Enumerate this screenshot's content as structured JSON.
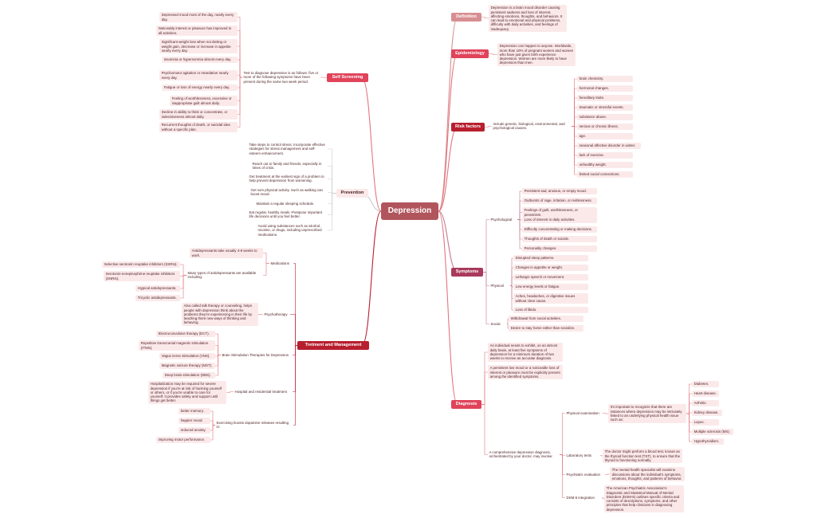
{
  "colors": {
    "center": "#b1555c",
    "accent_red": "#e0435a",
    "dark_red": "#b71f2f",
    "plum": "#a93a5b",
    "muted_pink": "#d88f92",
    "node_bg": "#fbe9ea",
    "text": "#4a1d22",
    "line_red": "#e3757d",
    "line_plum": "#c47b93",
    "line_grey": "#cccccc"
  },
  "center": "Depression",
  "nodes": {
    "definition": "Definition",
    "def_text": "Depression is a brain mood disorder causing persistent sadness and loss of interest, affecting emotions, thoughts, and behaviors. It can lead to emotional and physical problems, difficulty with daily activities, and feelings of inadequacy.",
    "epidemiology": "Epidemiology",
    "epi_text": "Depression can happen to anyone. Worldwide, more than 10% of pregnant women and women who have just given birth experience depression. Women are more likely to have depression than men.",
    "risk": "Risk factors",
    "risk_text": "Include genetic, biological, environmental, and psychological causes.",
    "r1": "brain chemistry.",
    "r2": "hormonal changes.",
    "r3": "hereditary traits.",
    "r4": "traumatic or stressful events.",
    "r5": "substance abuse.",
    "r6": "serious or chronic illness.",
    "r7": "age.",
    "r8": "seasonal affective disorder in winter.",
    "r9": "lack of exercise.",
    "r10": "unhealthy weight.",
    "r11": "limited social connections.",
    "symptoms": "Symptoms",
    "psych": "Psychological",
    "p1": "Persistent sad, anxious, or empty mood.",
    "p2": "Outbursts of rage, irritation, or restlessness.",
    "p3": "Feelings of guilt, worthlessness, or pessimism.",
    "p4": "Loss of interest in daily activities.",
    "p5": "Difficulty concentrating or making decisions.",
    "p6": "Thoughts of death or suicide.",
    "p7": "Personality changes.",
    "phys": "Physical",
    "ph1": "Disrupted sleep patterns.",
    "ph2": "Changes in appetite or weight.",
    "ph3": "Lethargic speech or movement.",
    "ph4": "Low energy levels or fatigue.",
    "ph5": "Aches, headaches, or digestive issues without clear cause.",
    "ph6": "Loss of libido.",
    "social": "Social",
    "s1": "Withdrawal from social activities.",
    "s2": "Desire to stay home rather than socialize.",
    "diagnosis": "Diagnosis",
    "dg1": "An individual needs to exhibit, on an almost daily basis, at least five symptoms of depression for a minimum duration of two weeks to receive an accurate diagnosis.",
    "dg2": "A persistent low mood or a noticeable loss of interest or pleasure must be explicitly present among the identified symptoms.",
    "dg3": "A comprehensive depression diagnosis, orchestrated by your doctor, may involve:",
    "pe": "Physical examination",
    "pe_text": "It's important to recognize that there are instances where depression may be intricately linked to an underlying physical health issue such as:",
    "pe1": "Diabetes.",
    "pe2": "Heart disease.",
    "pe3": "Arthritis.",
    "pe4": "Kidney disease.",
    "pe5": "Lupus.",
    "pe6": "Multiple sclerosis (MS).",
    "pe7": "Hypothyroidism.",
    "lab": "Laboratory tests",
    "lab_text": "The doctor might perform a blood test, known as the thyroid function test (TST), to ensure that the thyroid is functioning normally.",
    "pse": "Psychiatric evaluation",
    "pse_text": "The mental health specialist will examine discussions about the individual's symptoms, emotions, thoughts, and patterns of behavior.",
    "dsm": "DSM-5 integration",
    "dsm_text": "The American Psychiatric Association's Diagnostic and Statistical Manual of Mental Disorders (DSM-5) outlines specific criteria and consists of descriptions, symptoms, and other principles that help clinicians in diagnosing depression.",
    "self": "Self Screening",
    "self_text": "Test to diagnose depressive is as follows: five or more of the following symptoms have been present during the same two week period.",
    "ss1": "Depressed mood most of the day, nearly every day.",
    "ss2": "Noticeably interest or pleasure has improved in all activities.",
    "ss3": "Significant weight loss when not dieting or weight gain, decrease or increase in appetite nearly every day.",
    "ss4": "Insomnia or hypersomnia almost every day.",
    "ss5": "Psychomotor agitation or retardation nearly every day.",
    "ss6": "Fatigue or loss of energy nearly every day.",
    "ss7": "Feeling of worthlessness, excessive or inappropriate guilt almost daily.",
    "ss8": "Decline in ability to think or concentrate, or indecisiveness almost daily.",
    "ss9": "Recurrent thoughts of death, or suicidal idea without a specific plan.",
    "prevention": "Prevention",
    "pv1": "Take steps to control stress. Incorporate effective strategies for stress management and self-esteem enhancement.",
    "pv2": "Reach out to family and friends, especially in times of crisis.",
    "pv3": "Get treatment at the earliest sign of a problem to help prevent depression from worsening.",
    "pv4": "Get som physical activity. Such as walking can boost mood.",
    "pv5": "Maintain a regular sleeping schedule.",
    "pv6": "Eat regular, healthy meals -Postpone important life decisions until you feel better.",
    "pv7": "Avoid using substances such as alcohol, nicotine, or drugs, including unprescribed medications.",
    "treatment": "Tretment and Management",
    "med": "Medications",
    "md1": "Antidepressants take usually 4-8 weeks to work.",
    "md2": "Many types of antidepressants are available including:",
    "md2a": "Selective serotonin reuptake inhibitors (SSRIs).",
    "md2b": "Serotonin-norepinephrine reuptake inhibitors (SNRIs).",
    "md2c": "Atypical antidepressants.",
    "md2d": "Tricyclic antidepressants.",
    "psy": "Psychotherapy",
    "psy_text": "Also called talk therapy or counseling, helps people with depression think about the problems they're experiencing in their life by teaching them new ways of thinking and behaving.",
    "bst": "Brain Stimulation Therapies for Depression",
    "b1": "Electroconvulsive therapy (ECT).",
    "b2": "Repetitive transcranial magnetic stimulation (rTMS).",
    "b3": "Vagus nerve stimulation (VNS).",
    "b4": "Magnetic seizure therapy (MST).",
    "b5": "Deep brain stimulation (DBS).",
    "hosp": "Hospital and residential treatment",
    "hosp_text": "Hospitalization may be required for severe depression if you're at risk of harming yourself or others, or if you're unable to care for yourself. It provides safety and support until things get better.",
    "ex": "Exercising boosts dopamine releases resulting in:",
    "e1": "better memory.",
    "e2": "happier mood.",
    "e3": "reduced anxiety.",
    "e4": "improving motor performance."
  }
}
